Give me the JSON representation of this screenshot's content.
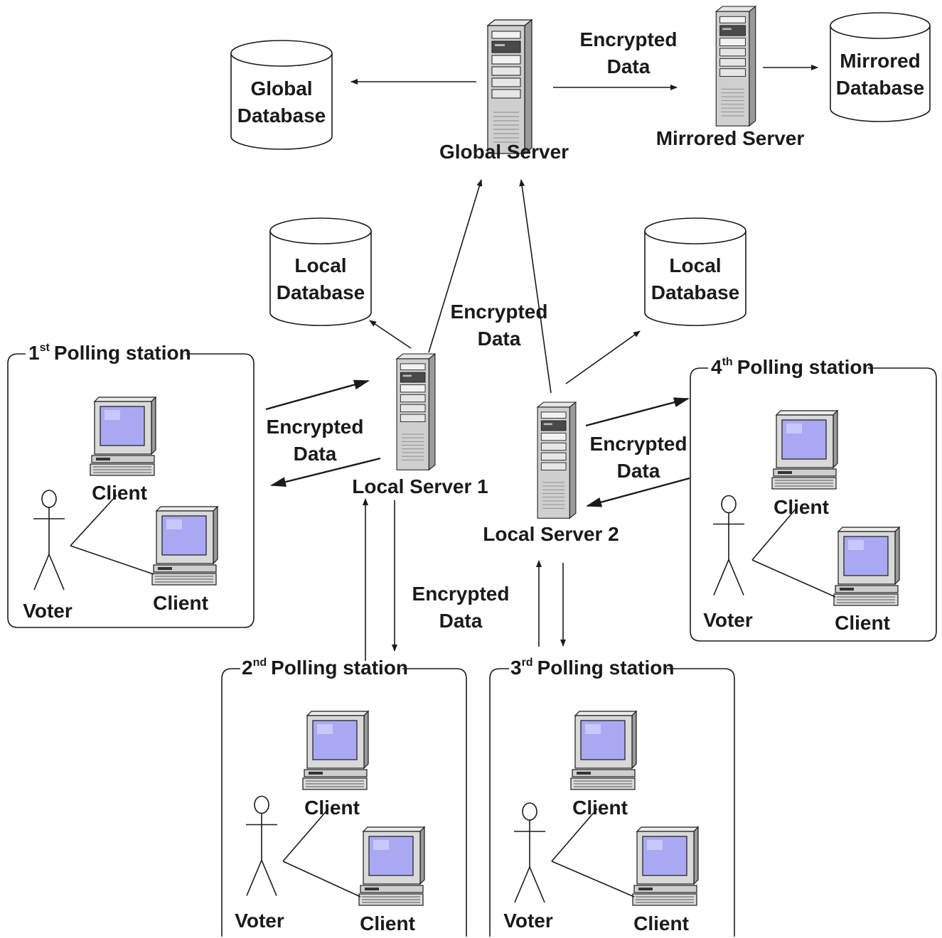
{
  "databases": {
    "global": [
      "Global",
      "Database"
    ],
    "mirrored": [
      "Mirrored",
      "Database"
    ],
    "local1": [
      "Local",
      "Database"
    ],
    "local2": [
      "Local",
      "Database"
    ]
  },
  "servers": {
    "global": "Global Server",
    "mirrored": "Mirrored Server",
    "local1": "Local Server 1",
    "local2": "Local Server 2"
  },
  "encrypted_data": [
    "Encrypted",
    "Data"
  ],
  "stations": [
    {
      "num": "1",
      "sup": "st",
      "title": "Polling station",
      "voter": "Voter",
      "client": "Client"
    },
    {
      "num": "2",
      "sup": "nd",
      "title": "Polling station",
      "voter": "Voter",
      "client": "Client"
    },
    {
      "num": "3",
      "sup": "rd",
      "title": "Polling station",
      "voter": "Voter",
      "client": "Client"
    },
    {
      "num": "4",
      "sup": "th",
      "title": "Polling station",
      "voter": "Voter",
      "client": "Client"
    }
  ],
  "colors": {
    "screen": "#a9a9f3",
    "monitor": "#d9d9d9",
    "server": "#cfcfcf",
    "line": "#1a1a1a"
  }
}
